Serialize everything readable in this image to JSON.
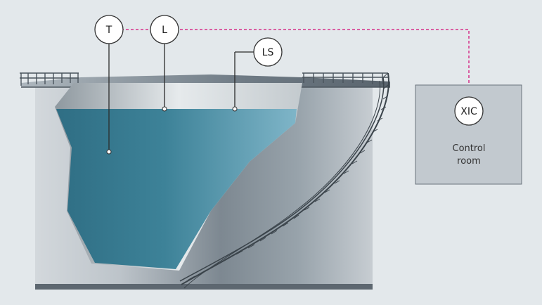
{
  "instruments": {
    "temperature": "T",
    "level": "L",
    "level_switch": "LS",
    "controller": "XIC"
  },
  "control_room": {
    "line1": "Control",
    "line2": "room"
  },
  "colors": {
    "background": "#e3e8eb",
    "tank_body": "#b7bfc6",
    "liquid": "#3e8298",
    "signal_line": "#d6308a",
    "control_room_box": "#c2c9cf"
  },
  "icons": {
    "tank": "storage-tank-icon",
    "staircase": "spiral-staircase-icon",
    "railing": "railing-icon"
  }
}
